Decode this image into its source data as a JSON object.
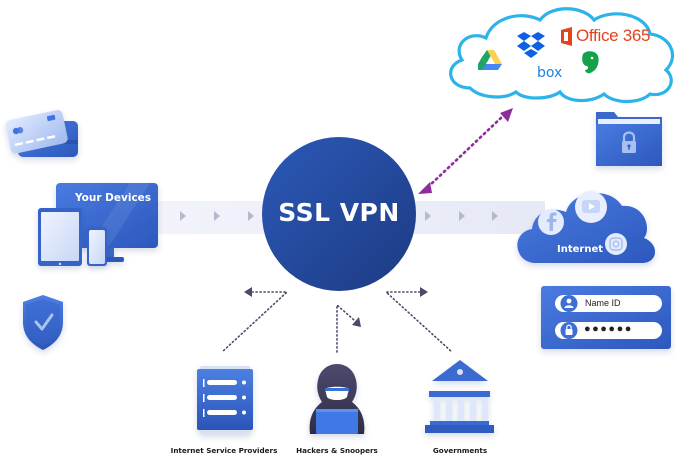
{
  "diagram": {
    "center": {
      "label": "SSL VPN"
    },
    "left": {
      "devices_label": "Your Devices",
      "icons": [
        "credit-card-icon",
        "devices-icon",
        "shield-check-icon"
      ]
    },
    "right": {
      "internet_label": "Internet",
      "internet_services": [
        "facebook-icon",
        "youtube-icon",
        "instagram-icon"
      ],
      "folder": "locked-folder-icon",
      "login": {
        "username_value": "Name ID",
        "password_value": "●●●●●●"
      }
    },
    "cloud_services": {
      "items": [
        "Google Drive",
        "Dropbox",
        "Office 365",
        "Evernote",
        "box"
      ],
      "office_label": "Office 365",
      "box_label": "box"
    },
    "threats": [
      {
        "label": "Internet Service Providers",
        "icon": "server-icon"
      },
      {
        "label": "Hackers & Snoopers",
        "icon": "hacker-icon"
      },
      {
        "label": "Governments",
        "icon": "government-building-icon"
      }
    ],
    "colors": {
      "primary_blue": "#2f5fc4",
      "center_dark_blue": "#1f3f8f",
      "cloud_outline": "#2bb3ea",
      "connector_purple": "#8e2b9e",
      "connector_gray": "#4a4a6a",
      "flow_band": "#eceef8",
      "flow_arrow": "#b9bdd0"
    }
  }
}
